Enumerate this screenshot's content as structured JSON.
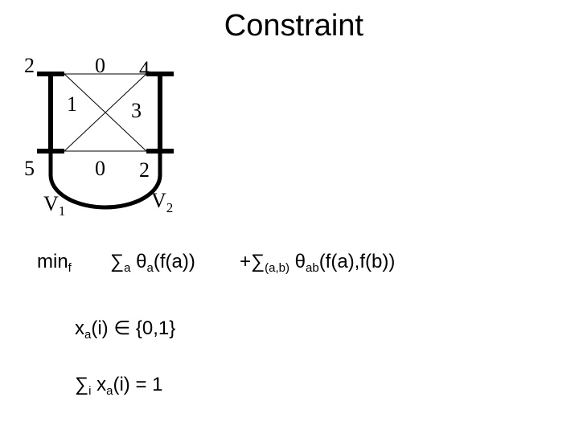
{
  "title": "Constraint",
  "graph": {
    "vertex_labels": {
      "v1": {
        "main": "V",
        "sub": "1"
      },
      "v2": {
        "main": "V",
        "sub": "2"
      }
    },
    "unary": {
      "v1_top": "2",
      "v1_bottom": "5",
      "v2_top": "4",
      "v2_bottom": "2"
    },
    "pairwise": {
      "top": "0",
      "cross_1": "1",
      "cross_2": "3",
      "bottom": "0"
    }
  },
  "objective": {
    "min": "min",
    "min_sub": "f",
    "unary_sum": "∑",
    "unary_sum_sub": "a",
    "unary_theta": "θ",
    "unary_theta_sub": "a",
    "unary_arg": "(f(a))",
    "pair_prefix": "+∑",
    "pair_sum_sub": "(a,b)",
    "pair_theta": "θ",
    "pair_theta_sub": "ab",
    "pair_arg": "(f(a),f(b))"
  },
  "constraints": {
    "c1": {
      "var": "x",
      "var_sub": "a",
      "rest": "(i) ∈ {0,1}"
    },
    "c2": {
      "sum": "∑",
      "sum_sub": "i",
      "space": " x",
      "var_sub": "a",
      "rest": "(i) = 1"
    }
  }
}
